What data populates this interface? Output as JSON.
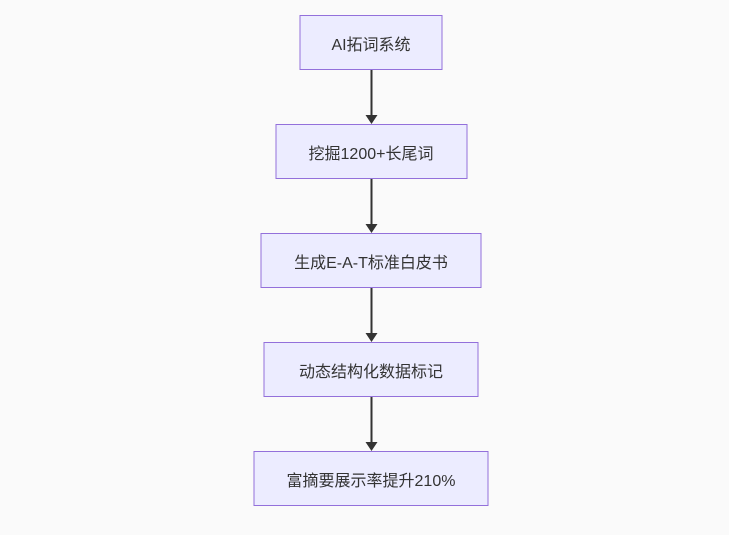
{
  "diagram": {
    "type": "flowchart",
    "direction": "top-down",
    "colors": {
      "background": "#fafafa",
      "node_fill": "#ECECFF",
      "node_border": "#9370DB",
      "text": "#333333",
      "arrow": "#333333"
    },
    "nodes": [
      {
        "id": "n1",
        "label": "AI拓词系统"
      },
      {
        "id": "n2",
        "label": "挖掘1200+长尾词"
      },
      {
        "id": "n3",
        "label": "生成E-A-T标准白皮书"
      },
      {
        "id": "n4",
        "label": "动态结构化数据标记"
      },
      {
        "id": "n5",
        "label": "富摘要展示率提升210%"
      }
    ],
    "edges": [
      {
        "from": "n1",
        "to": "n2"
      },
      {
        "from": "n2",
        "to": "n3"
      },
      {
        "from": "n3",
        "to": "n4"
      },
      {
        "from": "n4",
        "to": "n5"
      }
    ]
  }
}
